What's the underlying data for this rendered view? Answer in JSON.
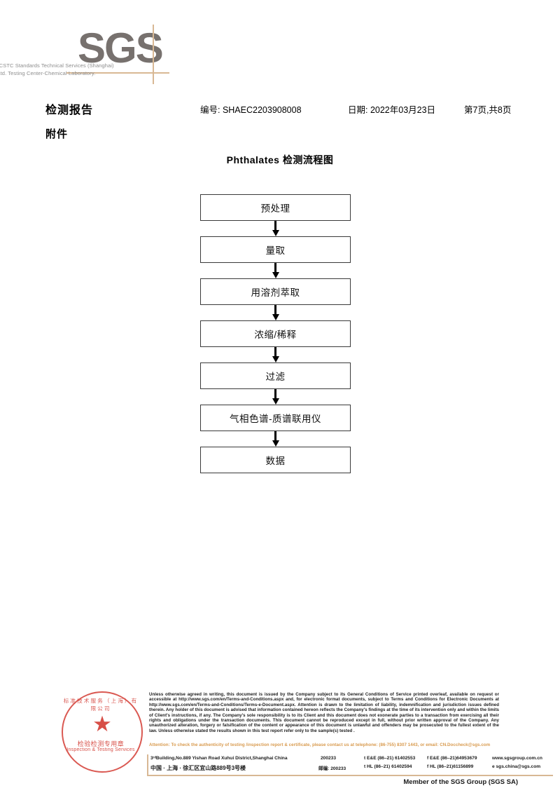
{
  "logo": {
    "text": "SGS",
    "color": "#77716e",
    "rule_color": "#d8b894"
  },
  "header": {
    "report_title": "检测报告",
    "report_number": "编号: SHAEC2203908008",
    "report_date": "日期: 2022年03月23日",
    "page_indicator": "第7页,共8页",
    "attachment_label": "附件"
  },
  "flowchart": {
    "title": "Phthalates 检测流程图",
    "nodes": [
      {
        "label": "预处理"
      },
      {
        "label": "量取"
      },
      {
        "label": "用溶剂萃取"
      },
      {
        "label": "浓缩/稀释"
      },
      {
        "label": "过滤"
      },
      {
        "label": "气相色谱-质谱联用仪"
      },
      {
        "label": "数据"
      }
    ]
  },
  "stamp": {
    "arc_top": "标准技术服务（上海）有限公司",
    "chinese": "检验检测专用章",
    "english": "Inspection & Testing Services",
    "star": "★",
    "color": "#d33c34",
    "company_overlay": "SGS-CSTC Standards Technical Services (Shanghai) Co., Ltd. Testing Center-Chemical Laboratory."
  },
  "footer": {
    "legal_text": "Unless otherwise agreed in writing, this document is issued by the Company subject to its General Conditions of Service printed overleaf, available on request or accessible at http://www.sgs.com/en/Terms-and-Conditions.aspx and, for electronic format documents, subject to Terms and Conditions for Electronic Documents at http://www.sgs.com/en/Terms-and-Conditions/Terms-e-Document.aspx. Attention is drawn to the limitation of liability, indemnification and jurisdiction issues defined therein. Any holder of this document is advised that information contained hereon reflects the Company's findings at the time of its intervention only and within the limits of Client's instructions, if any. The Company's sole responsibility is to its Client and this document does not exonerate parties to a transaction from exercising all their rights and obligations under the transaction documents. This document cannot be reproduced except in full, without prior written approval of the Company. Any unauthorized alteration, forgery or falsification of the content or appearance of this document is unlawful and offenders may be prosecuted to the fullest extent of the law. Unless otherwise stated the results shown in this test report refer only to the sample(s) tested .",
    "attention_text": "Attention: To check the authenticity of testing /inspection report & certificate, please contact us at telephone: (86-755) 8307 1443, or email: CN.Doccheck@sgs.com",
    "attention_color": "#d89a4e",
    "address_en": "3ʳᵈBuilding,No.889 Yishan Road Xuhui District,Shanghai China",
    "address_cn": "中国 · 上海 · 徐汇区宜山路889号3号楼",
    "zip_en": "200233",
    "zip_cn": "邮编: 200233",
    "tel_ee": "t E&E (86–21) 61402553",
    "fax_ee": "f E&E (86–21)64953679",
    "website": "www.sgsgroup.com.cn",
    "tel_hl": "t HL (86–21) 61402594",
    "fax_hl": "f HL (86–21)61156899",
    "email": "e sgs.china@sgs.com",
    "member_line": "Member of the SGS Group (SGS SA)"
  }
}
